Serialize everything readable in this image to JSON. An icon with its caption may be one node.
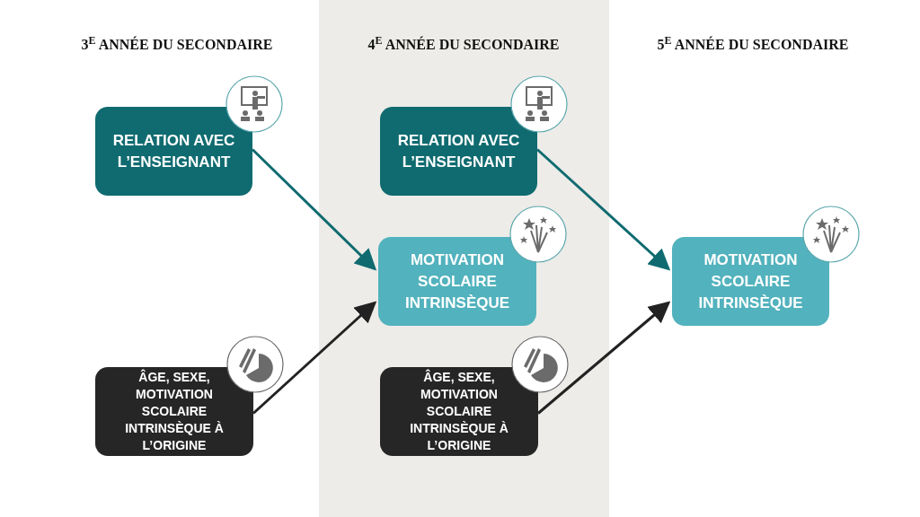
{
  "diagram": {
    "nodes": [
      {
        "text": [
          "RELATION AVEC L’ENSEIGNANT"
        ]
      },
      {
        "text": [
          "ÂGE, SEXE, MOTIVATION SCOLAIRE INTRINSÈQUE À L’ORIGINE"
        ]
      },
      {
        "text": [
          "RELATION AVEC L’ENSEIGNANT"
        ]
      },
      {
        "text": [
          "MOTIVATION SCOLAIRE INTRINSÈQUE"
        ]
      },
      {
        "text": [
          "ÂGE, SEXE, MOTIVATION SCOLAIRE INTRINSÈQUE À L’ORIGINE"
        ]
      },
      {
        "text": [
          "MOTIVATION SCOLAIRE INTRINSÈQUE"
        ]
      }
    ],
    "edges": [
      {
        "from": 0,
        "to": 3,
        "arrow": "to",
        "color": "#0f6b70"
      },
      {
        "from": 1,
        "to": 3,
        "arrow": "to",
        "color": "#222222"
      },
      {
        "from": 2,
        "to": 5,
        "arrow": "to",
        "color": "#0f6b70"
      },
      {
        "from": 4,
        "to": 5,
        "arrow": "to",
        "color": "#222222"
      }
    ],
    "labels": [
      "3$^{E}$ ANNÉE DU SECONDAIRE",
      "4$^{E}$ ANNÉE DU SECONDAIRE",
      "5$^{E}$ ANNÉE DU SECONDAIRE"
    ]
  }
}
